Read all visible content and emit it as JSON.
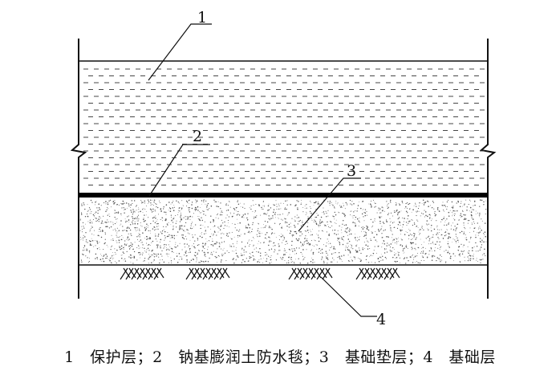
{
  "diagram": {
    "labels": {
      "l1": "1",
      "l2": "2",
      "l3": "3",
      "l4": "4"
    },
    "caption": "1　保护层；2　钠基膨润土防水毯；3　基础垫层；4　基础层",
    "colors": {
      "line": "#111111",
      "membrane": "#000000",
      "background": "#ffffff"
    }
  }
}
